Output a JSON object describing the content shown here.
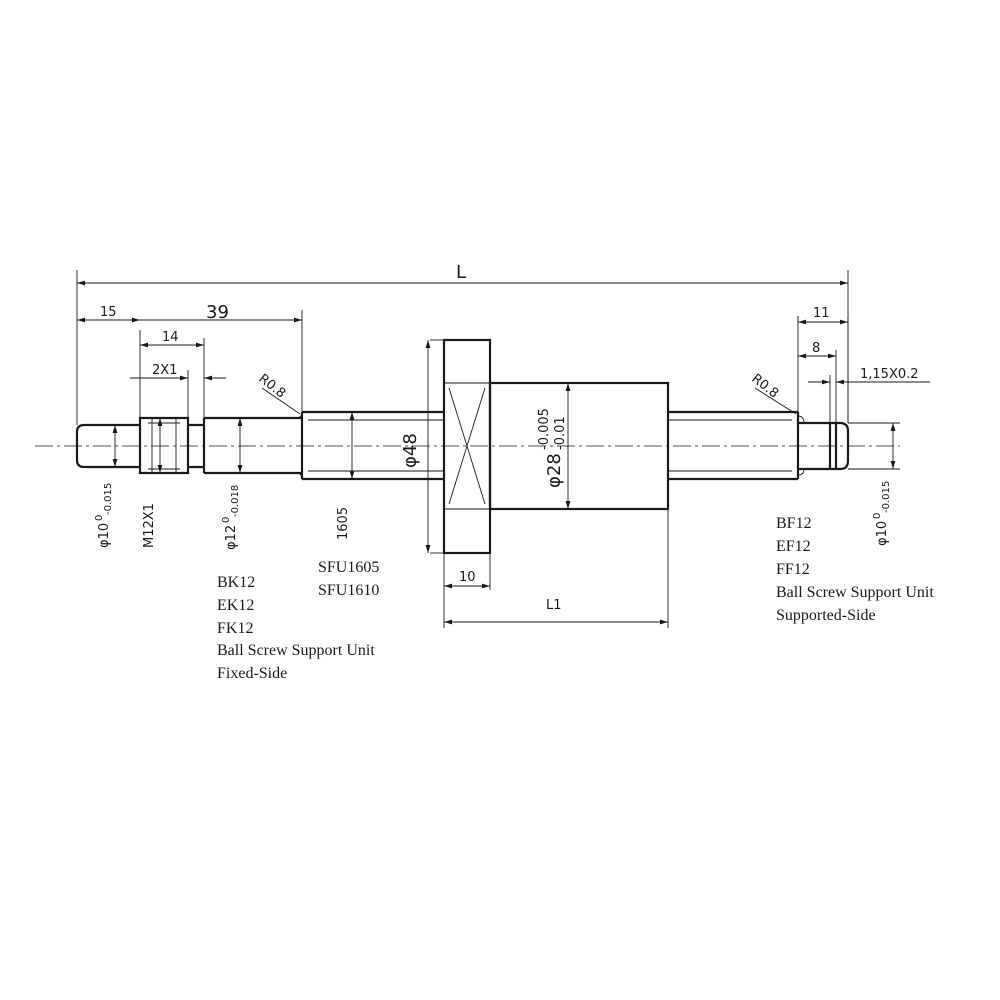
{
  "dimensions": {
    "overall_length": "L",
    "nut_length": "L1",
    "fixed_end_length": "15",
    "fixed_total": "39",
    "thread_length": "14",
    "groove": "2X1",
    "support_end_length": "11",
    "support_inner_length": "8",
    "circlip_groove": "1,15X0.2",
    "radius_left": "R0.8",
    "radius_right": "R0.8",
    "flange_width": "10",
    "flange_diameter": "φ48",
    "nut_diameter": "φ28",
    "nut_tol_upper": "-0.005",
    "nut_tol_lower": "-0.01",
    "thread_spec": "M12X1",
    "dia10_left": "φ10",
    "dia10_left_tol_upper": "0",
    "dia10_left_tol_lower": "-0.015",
    "dia12": "φ12",
    "dia12_tol_upper": "0",
    "dia12_tol_lower": "-0.018",
    "screw_model": "1605",
    "dia10_right": "φ10",
    "dia10_right_tol_upper": "0",
    "dia10_right_tol_lower": "-0.015"
  },
  "labels": {
    "nut_models": [
      "SFU1605",
      "SFU1610"
    ],
    "fixed_side": [
      "BK12",
      "EK12",
      "FK12",
      "Ball Screw Support Unit",
      "Fixed-Side"
    ],
    "supported_side": [
      "BF12",
      "EF12",
      "FF12",
      "Ball Screw Support Unit",
      "Supported-Side"
    ]
  }
}
